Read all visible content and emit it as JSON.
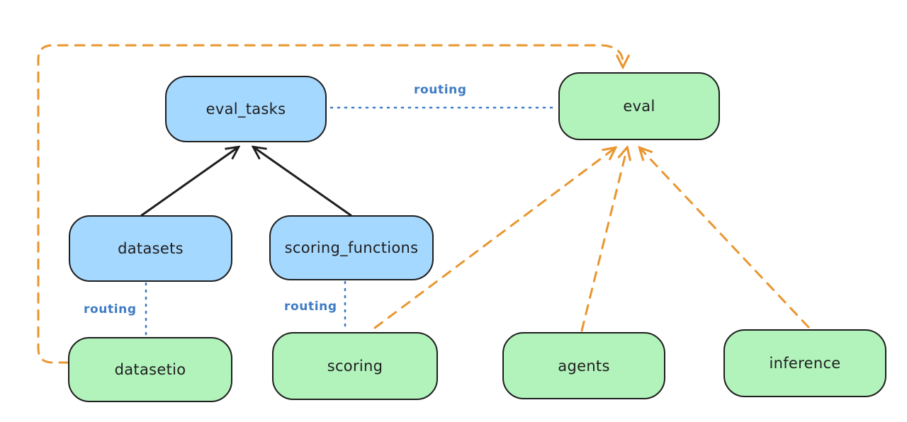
{
  "diagram": {
    "nodes": [
      {
        "id": "eval_tasks",
        "label": "eval_tasks",
        "kind": "api",
        "color": "blue"
      },
      {
        "id": "eval",
        "label": "eval",
        "kind": "provider",
        "color": "green"
      },
      {
        "id": "datasets",
        "label": "datasets",
        "kind": "api",
        "color": "blue"
      },
      {
        "id": "scoring_functions",
        "label": "scoring_functions",
        "kind": "api",
        "color": "blue"
      },
      {
        "id": "datasetio",
        "label": "datasetio",
        "kind": "provider",
        "color": "green"
      },
      {
        "id": "scoring",
        "label": "scoring",
        "kind": "provider",
        "color": "green"
      },
      {
        "id": "agents",
        "label": "agents",
        "kind": "provider",
        "color": "green"
      },
      {
        "id": "inference",
        "label": "inference",
        "kind": "provider",
        "color": "green"
      }
    ],
    "edges": [
      {
        "from": "datasets",
        "to": "eval_tasks",
        "style": "solid-arrow",
        "label": ""
      },
      {
        "from": "scoring_functions",
        "to": "eval_tasks",
        "style": "solid-arrow",
        "label": ""
      },
      {
        "from": "eval_tasks",
        "to": "eval",
        "style": "dotted",
        "label": "routing"
      },
      {
        "from": "datasets",
        "to": "datasetio",
        "style": "dotted",
        "label": "routing"
      },
      {
        "from": "scoring_functions",
        "to": "scoring",
        "style": "dotted",
        "label": "routing"
      },
      {
        "from": "datasetio",
        "to": "eval",
        "style": "dashed-arrow",
        "label": ""
      },
      {
        "from": "scoring",
        "to": "eval",
        "style": "dashed-arrow",
        "label": ""
      },
      {
        "from": "agents",
        "to": "eval",
        "style": "dashed-arrow",
        "label": ""
      },
      {
        "from": "inference",
        "to": "eval",
        "style": "dashed-arrow",
        "label": ""
      }
    ],
    "colors": {
      "background": "#ffffff",
      "blue_node_fill": "#a5d8ff",
      "green_node_fill": "#b2f2bb",
      "node_stroke": "#1e1e1e",
      "solid_arrow": "#1e1e1e",
      "routing_line": "#3e7bc4",
      "provider_arrow": "#e9962f"
    }
  }
}
